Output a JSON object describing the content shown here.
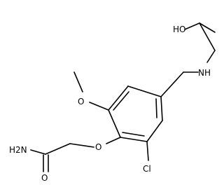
{
  "molecule": {
    "atom_labels": {
      "hydroxyl": "HO",
      "amine": "NH",
      "methoxy_oxygen": "O",
      "ether_oxygen": "O",
      "chloro": "Cl",
      "amide_nitrogen": "H2N",
      "carbonyl_oxygen": "O"
    }
  }
}
